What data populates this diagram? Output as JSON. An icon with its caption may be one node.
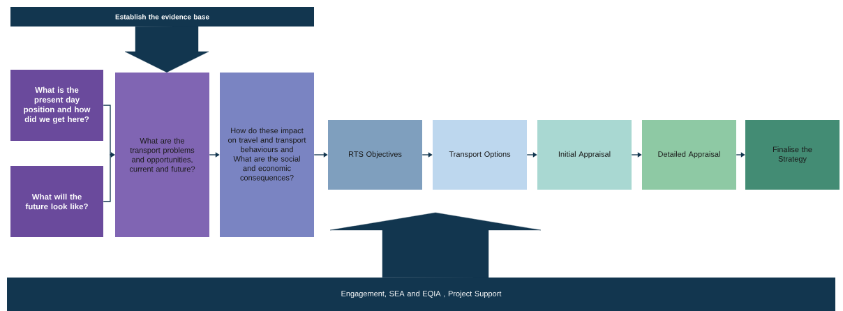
{
  "diagram": {
    "nodes": [
      {
        "text": [
          "Establish the evidence base"
        ]
      },
      {
        "text": [
          "What is the present day position and how did we get here?"
        ]
      },
      {
        "text": [
          "What will the future look like?"
        ]
      },
      {
        "text": [
          "What are the transport problems and opportunities, current and future?"
        ]
      },
      {
        "text": [
          "How do these impact on travel and transport behaviours and What are the social and economic consequences?"
        ]
      },
      {
        "text": [
          "RTS Objectives"
        ]
      },
      {
        "text": [
          "Transport Options"
        ]
      },
      {
        "text": [
          "Initial Appraisal"
        ]
      },
      {
        "text": [
          "Detailed Appraisal"
        ]
      },
      {
        "text": [
          "Finalise the Strategy"
        ]
      },
      {
        "text": [
          "Engagement, SEA and EQIA , Project Support"
        ]
      }
    ],
    "edges": [
      {
        "from": 0,
        "to": 3,
        "arrow": "to",
        "style": "thick"
      },
      {
        "from": 1,
        "to": 3,
        "arrow": "to"
      },
      {
        "from": 2,
        "to": 3,
        "arrow": "to"
      },
      {
        "from": 3,
        "to": 4,
        "arrow": "to"
      },
      {
        "from": 4,
        "to": 5,
        "arrow": "to"
      },
      {
        "from": 5,
        "to": 6,
        "arrow": "to"
      },
      {
        "from": 6,
        "to": 7,
        "arrow": "to"
      },
      {
        "from": 7,
        "to": 8,
        "arrow": "to"
      },
      {
        "from": 8,
        "to": 9,
        "arrow": "to"
      },
      {
        "from": 10,
        "to": null,
        "arrow": "to",
        "style": "thick"
      }
    ]
  }
}
